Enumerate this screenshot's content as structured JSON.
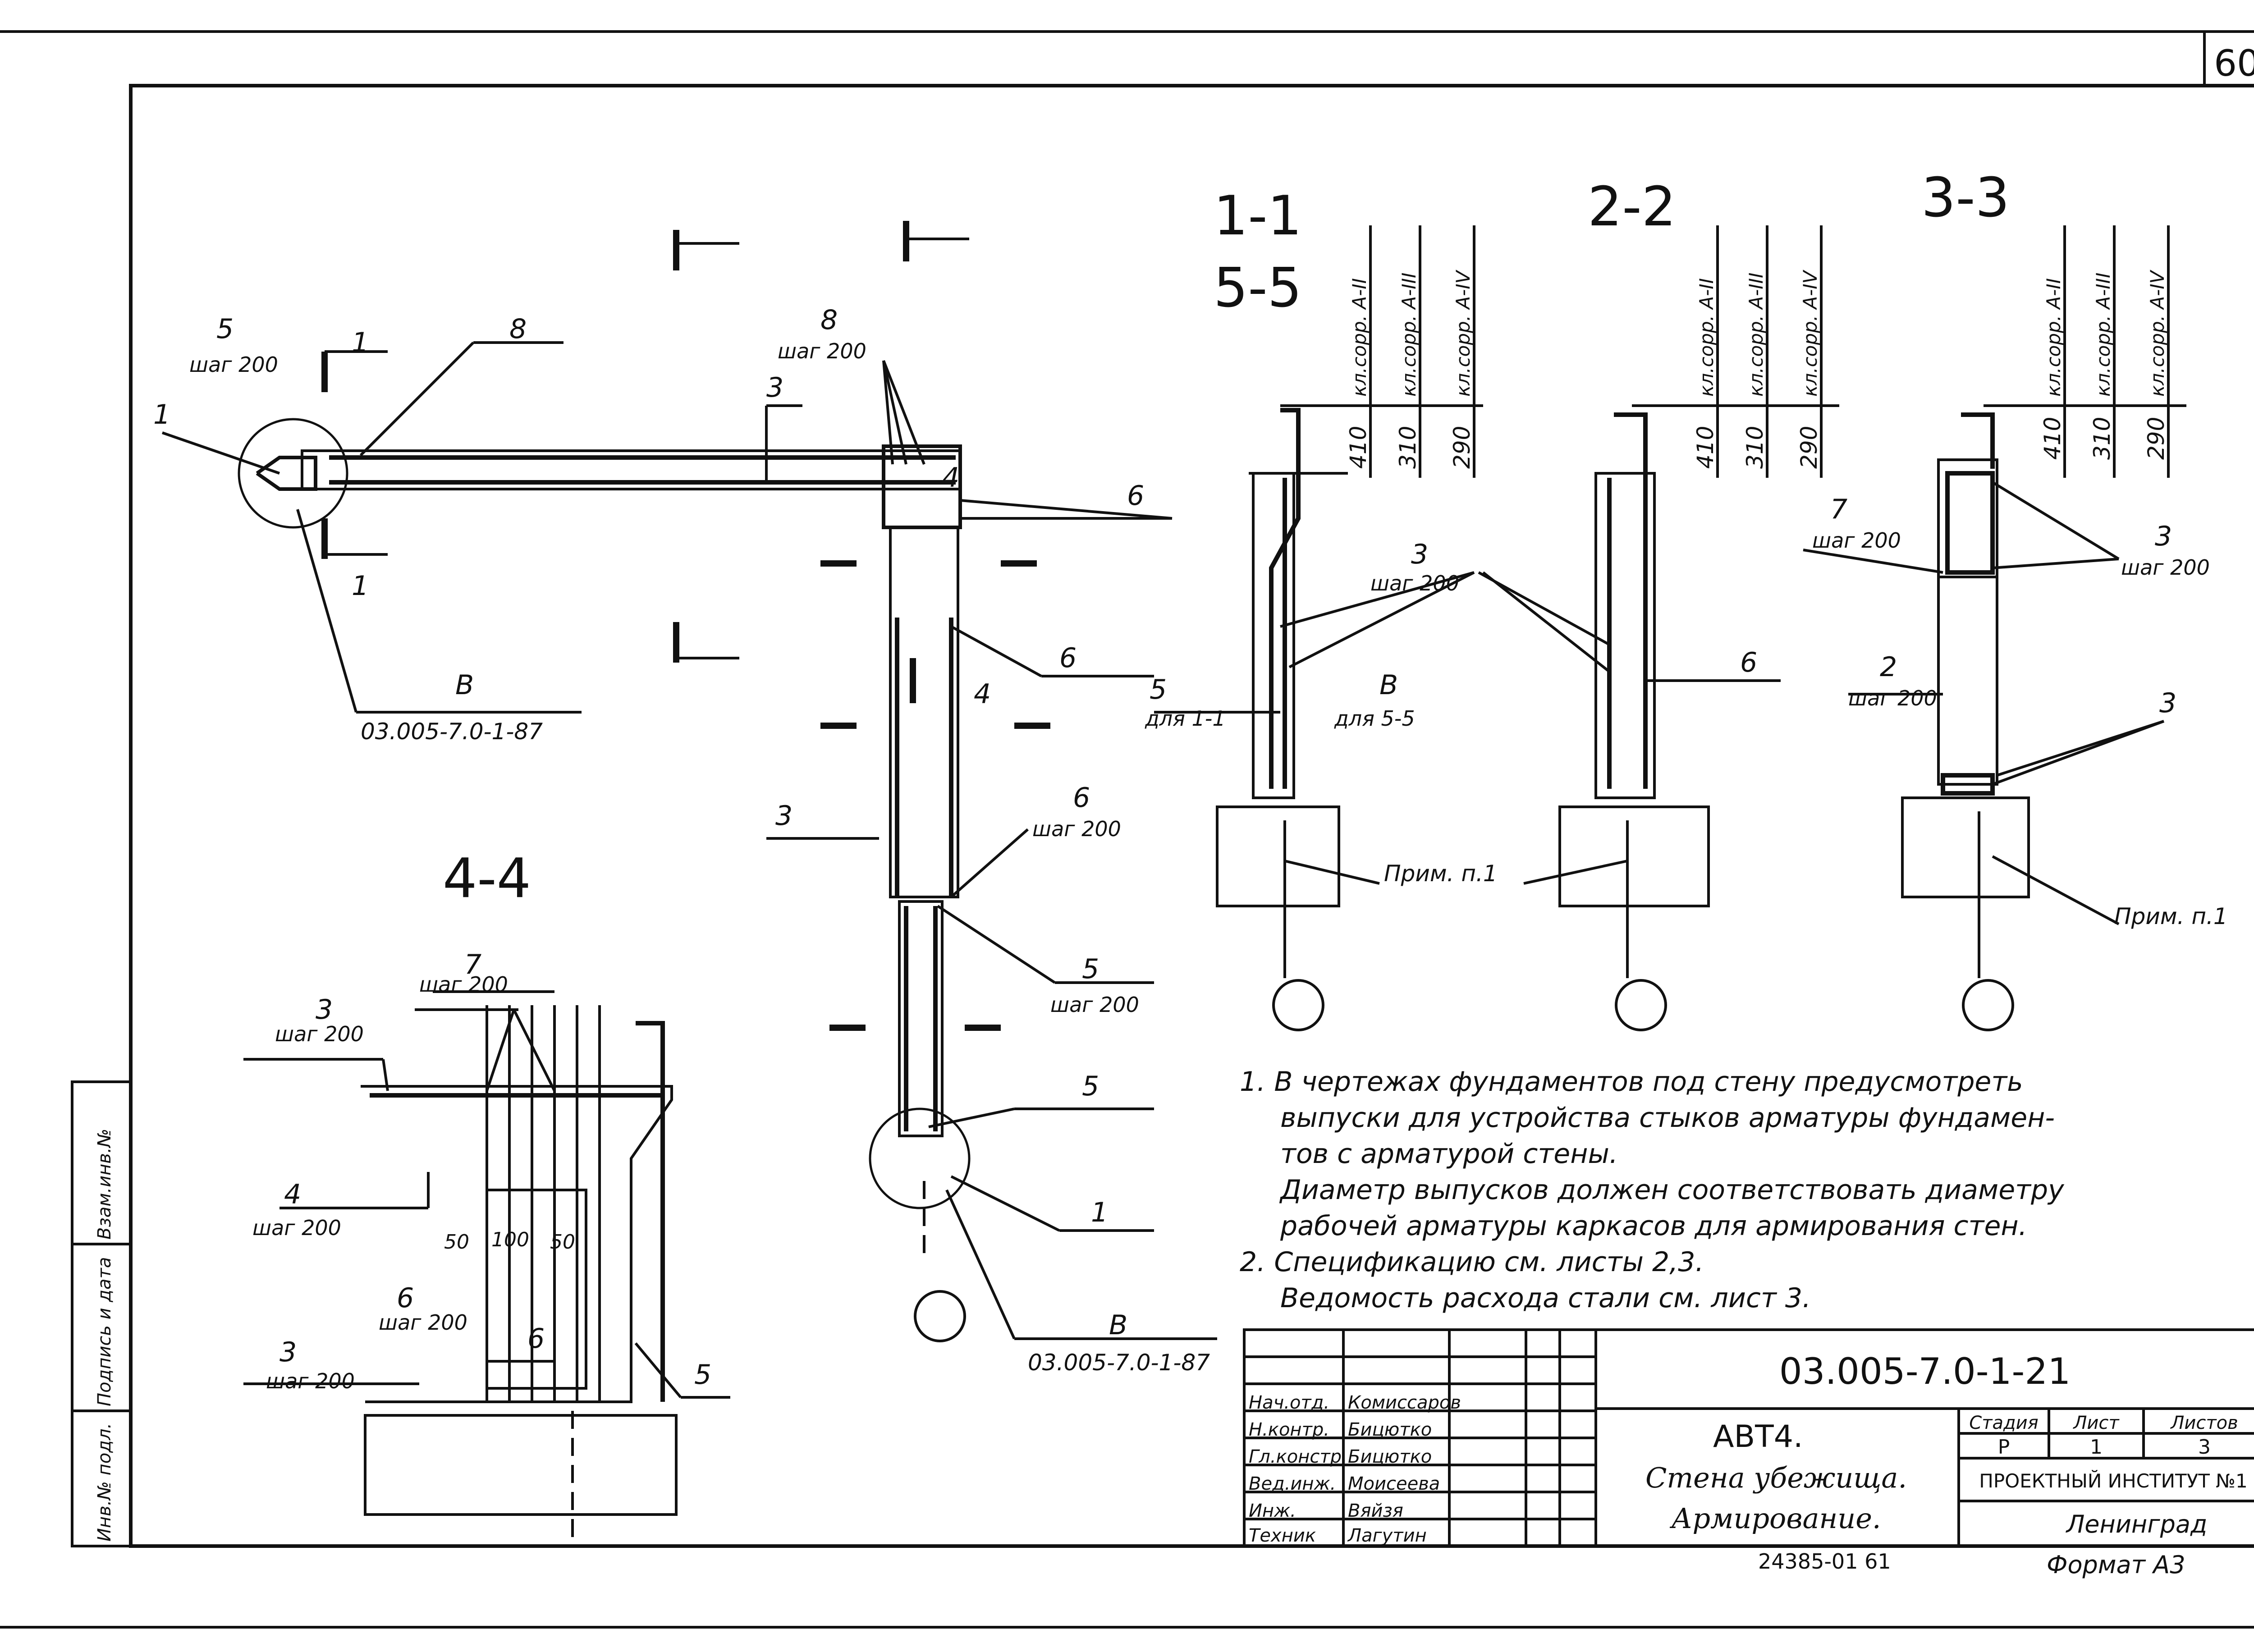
{
  "sheet": {
    "page_number": "60",
    "doc_code": "03.005-7.0-1-21",
    "product": "АВТ4.",
    "title_line1": "Стена убежища.",
    "title_line2": "Армирование.",
    "archive_no": "24385-01  61",
    "format": "Формат A3",
    "stage_header": "Стадия",
    "sheet_header": "Лист",
    "sheets_header": "Листов",
    "stage": "Р",
    "sheet_no": "1",
    "sheets_total": "3",
    "institute": "ПРОЕКТНЫЙ ИНСТИТУТ №1",
    "city": "Ленинград",
    "side_labels": [
      "Инв.№ подл.",
      "Подпись и дата",
      "Взам.инв.№"
    ],
    "signatures": [
      {
        "role": "Нач.отд.",
        "name": "Комиссаров"
      },
      {
        "role": "Н.контр.",
        "name": "Бицютко"
      },
      {
        "role": "Гл.констр.",
        "name": "Бицютко"
      },
      {
        "role": "Вед.инж.",
        "name": "Моисеева"
      },
      {
        "role": "Инж.",
        "name": "Вяйзя"
      },
      {
        "role": "Техник",
        "name": "Лагутин"
      }
    ]
  },
  "sections": {
    "s11": "1-1",
    "s55": "5-5",
    "s22": "2-2",
    "s33": "3-3",
    "s44": "4-4"
  },
  "labels": {
    "step200": "шаг 200",
    "ref_doc": "03.005-7.0-1-87",
    "note_ref": "Прим. п.1",
    "for_11": "для 1-1",
    "for_55": "для 5-5",
    "class_a2": "кл.сорр. А-II",
    "class_a3": "кл.сорр. А-III",
    "class_a4": "кл.сорр. А-IV",
    "dims": [
      "410",
      "310",
      "290"
    ],
    "dim_50": "50",
    "dim_100": "100",
    "marks": [
      "1",
      "2",
      "3",
      "4",
      "5",
      "6",
      "7",
      "8",
      "В"
    ]
  },
  "notes": [
    "1. В чертежах фундаментов под стену предусмотреть",
    "выпуски для устройства стыков арматуры фундамен-",
    "тов с арматурой стены.",
    "Диаметр выпусков должен соответствовать диаметру",
    "рабочей арматуры каркасов для армирования стен.",
    "2. Спецификацию см. листы 2,3.",
    "Ведомость расхода стали см. лист 3."
  ]
}
